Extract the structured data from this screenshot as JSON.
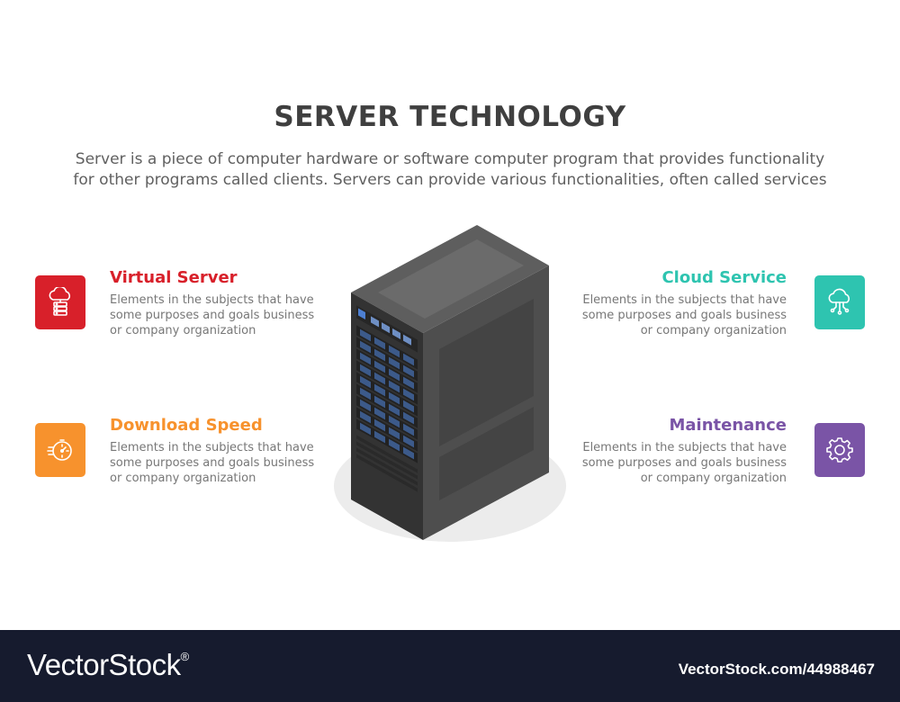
{
  "header": {
    "title": "SERVER TECHNOLOGY",
    "subtitle_line1": "Server is a piece of computer hardware or software computer program that provides functionality",
    "subtitle_line2": "for other programs called clients. Servers can provide various functionalities, often called services"
  },
  "items": [
    {
      "title": "Virtual Server",
      "desc_line1": "Elements in the subjects that have",
      "desc_line2": "some purposes and goals business",
      "desc_line3": "or company organization",
      "color": "#d8202a",
      "icon": "cloud-server-icon"
    },
    {
      "title": "Download Speed",
      "desc_line1": "Elements in the subjects that have",
      "desc_line2": "some purposes and goals business",
      "desc_line3": "or company organization",
      "color": "#f7922d",
      "icon": "speedometer-icon"
    },
    {
      "title": "Cloud Service",
      "desc_line1": "Elements in the subjects that have",
      "desc_line2": "some purposes and goals business",
      "desc_line3": "or company organization",
      "color": "#2ec4b0",
      "icon": "cloud-network-icon"
    },
    {
      "title": "Maintenance",
      "desc_line1": "Elements in the subjects that have",
      "desc_line2": "some purposes and goals business",
      "desc_line3": "or company organization",
      "color": "#7a54a6",
      "icon": "gear-icon"
    }
  ],
  "footer": {
    "brand": "VectorStock",
    "registered": "®",
    "stock_id": "VectorStock.com/44988467"
  }
}
